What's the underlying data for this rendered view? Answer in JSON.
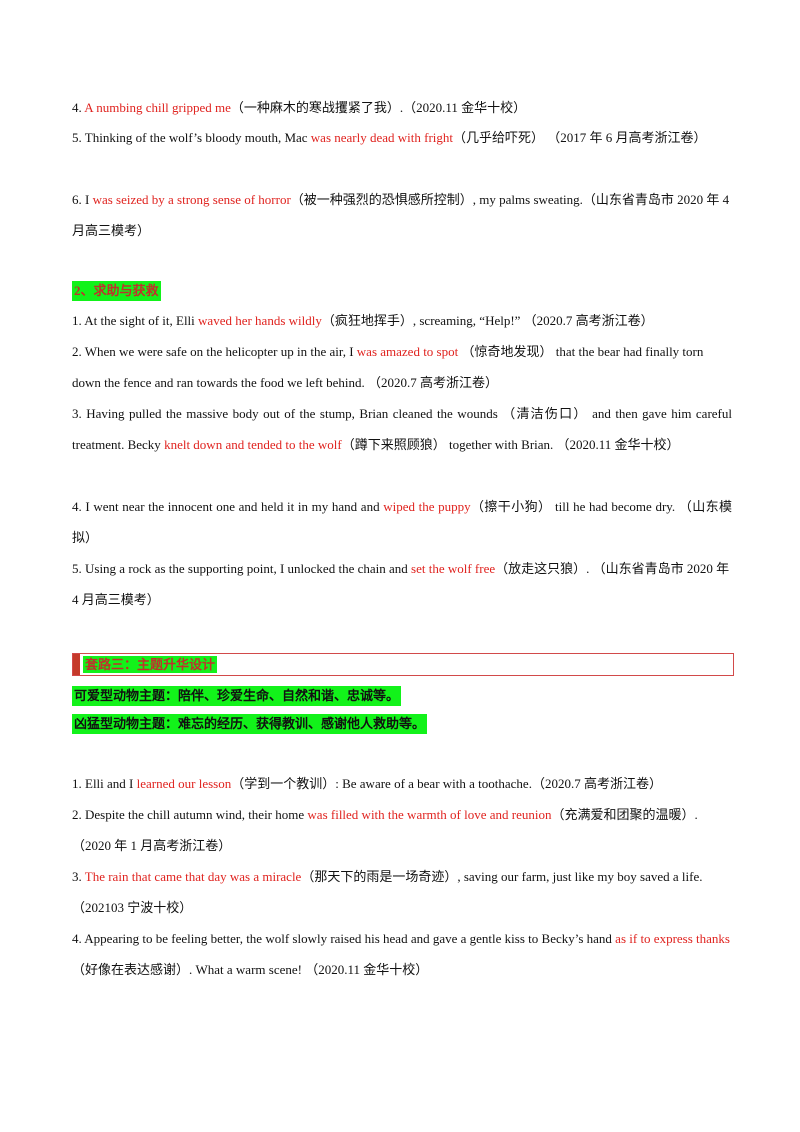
{
  "block1": [
    {
      "num": "4.",
      "pre": " ",
      "red": "A numbing chill gripped me",
      "post": "（一种麻木的寒战攫紧了我）.（2020.11 金华十校）"
    },
    {
      "num": "5.",
      "pre": " Thinking of the wolf’s bloody mouth, Mac ",
      "red": "was nearly dead with fright",
      "post": "（几乎给吓死） （2017 年 6 月高考浙江卷）"
    },
    {
      "num": "6.",
      "pre": " I ",
      "red": "was seized by a strong sense of horror",
      "post": "（被一种强烈的恐惧感所控制）, my palms sweating.（山东省青岛市 2020 年 4 月高三模考）"
    }
  ],
  "heading2": "2、求助与获救",
  "block2": [
    {
      "num": "1.",
      "pre": " At the sight of it, Elli ",
      "red": "waved her hands wildly",
      "post": "（疯狂地挥手）, screaming, “Help!” （2020.7 高考浙江卷）"
    },
    {
      "num": "2.",
      "pre": " When we were safe on the helicopter up in the air, I ",
      "red": "was amazed to spot",
      "post": " （惊奇地发现） that the bear had finally torn down the fence and ran towards the food we left behind. （2020.7 高考浙江卷）"
    },
    {
      "num": "3.",
      "pre": " Having pulled the massive body out of the stump, Brian cleaned the wounds （清洁伤口） and then gave him careful treatment. Becky ",
      "red": "knelt down and tended to the wolf",
      "post": "（蹲下来照顾狼） together with Brian. （2020.11 金华十校）"
    },
    {
      "num": "4.",
      "pre": " I went near the innocent one and held it in my hand and ",
      "red": "wiped the puppy",
      "post": "（擦干小狗） till he had become dry. （山东模拟）"
    },
    {
      "num": "5.",
      "pre": " Using a rock as the supporting point, I unlocked the chain and ",
      "red": "set the wolf free",
      "post": "（放走这只狼）. （山东省青岛市 2020 年 4 月高三模考）"
    }
  ],
  "section3": {
    "title": "套路三：主题升华设计",
    "line1": "可爱型动物主题：陪伴、珍爱生命、自然和谐、忠诚等。",
    "line2": "凶猛型动物主题：难忘的经历、获得教训、感谢他人救助等。"
  },
  "block3": [
    {
      "num": "1.",
      "pre": " Elli and I ",
      "red": "learned our lesson",
      "post": "（学到一个教训）: Be aware of a bear with a toothache.（2020.7 高考浙江卷）"
    },
    {
      "num": "2.",
      "pre": " Despite the chill autumn wind, their home ",
      "red": "was filled with the warmth of love and reunion",
      "post": "（充满爱和团聚的温暖）.（2020 年 1 月高考浙江卷）"
    },
    {
      "num": "3.",
      "pre": " ",
      "red": "The rain that came that day was a miracle",
      "post": "（那天下的雨是一场奇迹）, saving our farm, just like my boy saved a life.（202103 宁波十校）"
    },
    {
      "num": "4.",
      "pre": " Appearing to be feeling better, the wolf slowly raised his head and gave a gentle kiss to Becky’s hand ",
      "red": "as if to express thanks",
      "post": "（好像在表达感谢）. What a warm scene! （2020.11 金华十校）"
    }
  ]
}
